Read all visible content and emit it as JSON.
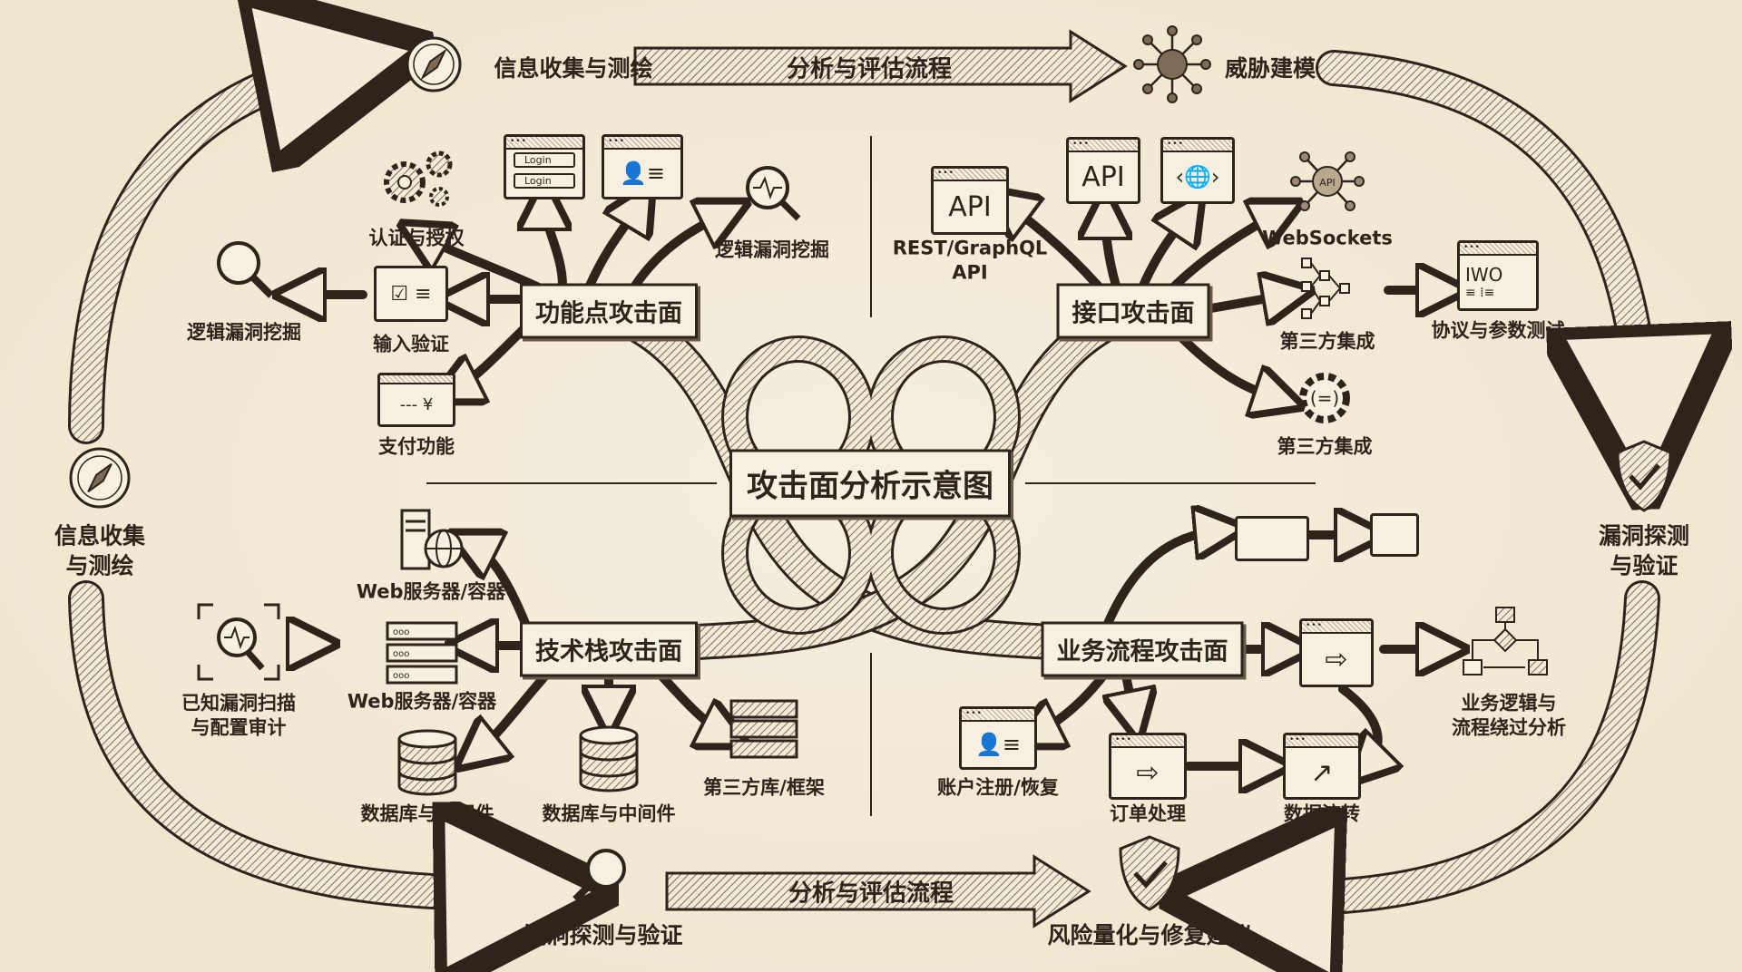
{
  "title": "攻击面分析示意图",
  "cycle": {
    "top_left": "信息收集与测绘",
    "top_banner": "分析与评估流程",
    "top_right": "威胁建模",
    "right": [
      "漏洞探测",
      "与验证"
    ],
    "bottom_banner": "分析与评估流程",
    "bottom_left": "漏洞探测与验证",
    "bottom_right": "风险量化与修复建议",
    "left": [
      "信息收集",
      "与测绘"
    ]
  },
  "quadrants": {
    "feature": {
      "label": "功能点攻击面",
      "items": {
        "auth": "认证与授权",
        "login_btn": "Login",
        "logic_right": "逻辑漏洞挖掘",
        "logic_left": "逻辑漏洞挖掘",
        "input": "输入验证",
        "payment": "支付功能"
      }
    },
    "interface": {
      "label": "接口攻击面",
      "items": {
        "rest": [
          "REST/GraphQL",
          "API"
        ],
        "api_text": "API",
        "websockets": "WebSockets",
        "ws_hub_text": "API",
        "third_party_1": "第三方集成",
        "third_party_2": "第三方集成",
        "protocol": "协议与参数测试",
        "protocol_card_text": "IWO"
      }
    },
    "techstack": {
      "label": "技术栈攻击面",
      "items": {
        "web_server_1": "Web服务器/容器",
        "web_server_2": "Web服务器/容器",
        "scan": [
          "已知漏洞扫描",
          "与配置审计"
        ],
        "db_1": "数据库与中间件",
        "db_2": "数据库与中间件",
        "libs": "第三方库/框架"
      }
    },
    "business": {
      "label": "业务流程攻击面",
      "items": {
        "account": "账户注册/恢复",
        "order": "订单处理",
        "dataflow": "数据流转",
        "bypass": [
          "业务逻辑与",
          "流程绕过分析"
        ]
      }
    }
  },
  "colors": {
    "ink": "#2e241c",
    "paper": "#f3ead8",
    "hatch": "#b9a78f"
  }
}
